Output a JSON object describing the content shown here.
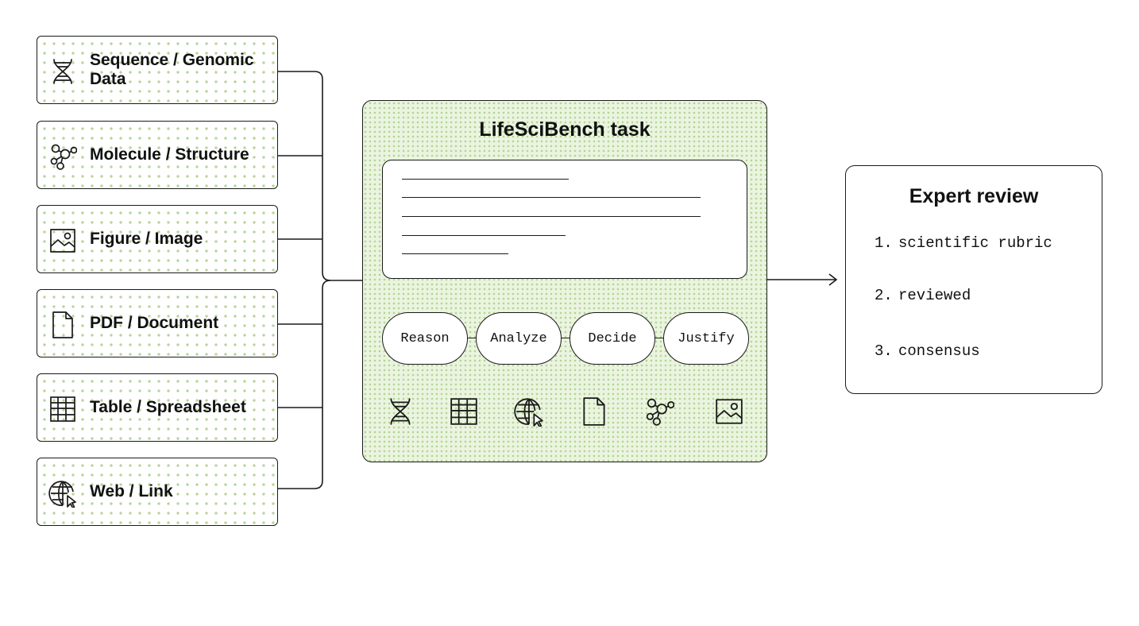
{
  "inputs": [
    {
      "label": "Sequence / Genomic Data",
      "icon": "dna-icon"
    },
    {
      "label": "Molecule / Structure",
      "icon": "molecule-icon"
    },
    {
      "label": "Figure / Image",
      "icon": "image-icon"
    },
    {
      "label": "PDF / Document",
      "icon": "document-icon"
    },
    {
      "label": "Table / Spreadsheet",
      "icon": "table-icon"
    },
    {
      "label": "Web / Link",
      "icon": "globe-cursor-icon"
    }
  ],
  "task": {
    "title": "LifeSciBench task",
    "steps": [
      "Reason",
      "Analyze",
      "Decide",
      "Justify"
    ],
    "icons": [
      "dna-icon",
      "table-icon",
      "globe-cursor-icon",
      "document-icon",
      "molecule-icon",
      "image-icon"
    ]
  },
  "review": {
    "title": "Expert review",
    "items": [
      {
        "num": "1.",
        "text": "scientific rubric"
      },
      {
        "num": "2.",
        "text": "reviewed"
      },
      {
        "num": "3.",
        "text": "consensus"
      }
    ]
  },
  "colors": {
    "dot_green": "#b6d49a",
    "panel_green": "#eaf4df",
    "stroke": "#1a1a1a"
  }
}
